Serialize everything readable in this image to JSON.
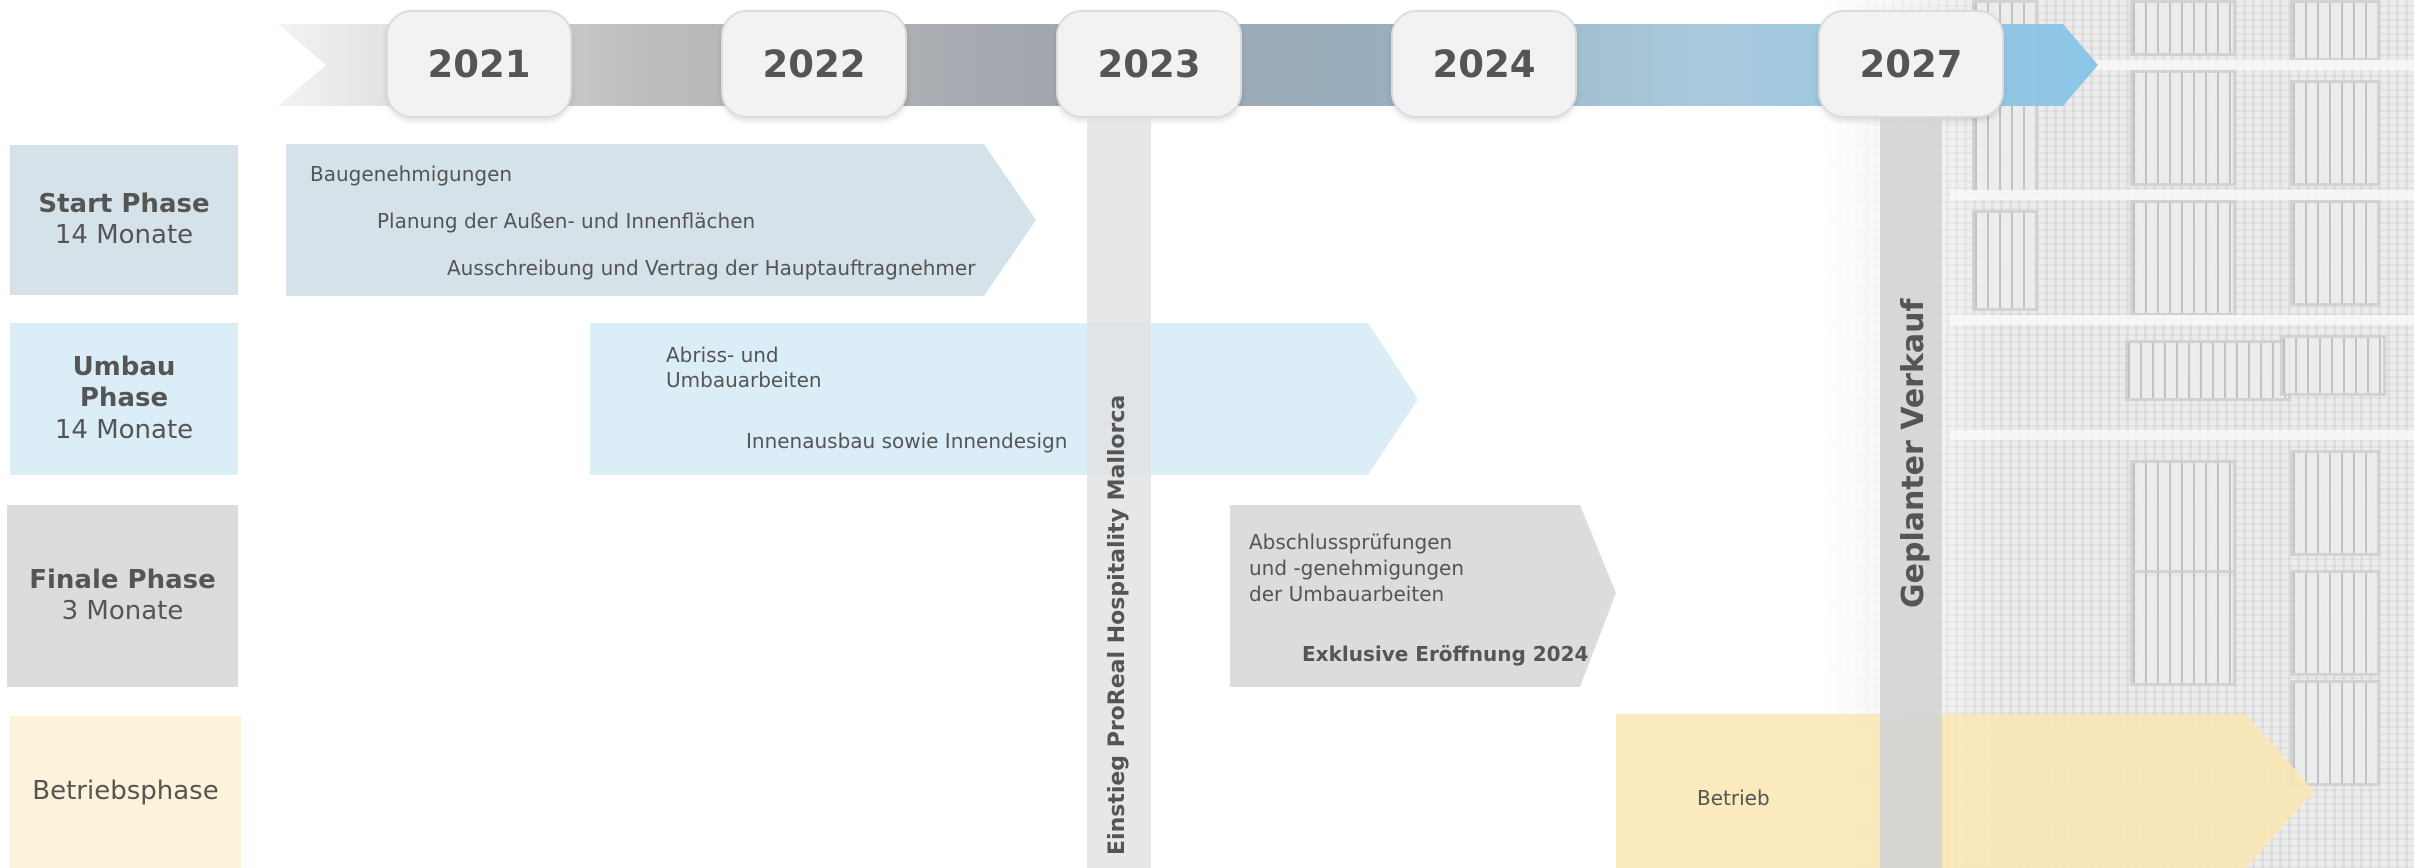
{
  "timeline": {
    "years": [
      "2021",
      "2022",
      "2023",
      "2024",
      "2027"
    ]
  },
  "phases": [
    {
      "title": "Start Phase",
      "duration": "14 Monate"
    },
    {
      "title": "Umbau\nPhase",
      "duration": "14 Monate"
    },
    {
      "title": "Finale Phase",
      "duration": "3 Monate"
    },
    {
      "title": "Betriebsphase",
      "duration": ""
    }
  ],
  "tasks": {
    "start": [
      "Baugenehmigungen",
      "Planung der Außen- und Innenflächen",
      "Ausschreibung und Vertrag der Hauptauftragnehmer"
    ],
    "umbau": [
      "Abriss- und",
      "Umbauarbeiten",
      "Innenausbau sowie Innendesign"
    ],
    "finale": [
      "Abschlussprüfungen",
      "und -genehmigungen",
      "der Umbauarbeiten",
      "Exklusive Eröffnung 2024"
    ],
    "betrieb": [
      "Betrieb"
    ]
  },
  "markers": {
    "entry": "Einstieg ProReal Hospitality Mallorca",
    "sale": "Geplanter Verkauf"
  },
  "colors": {
    "start": "#d5e2ea",
    "umbau": "#dbeef7",
    "finale": "#dcdcdc",
    "betrieb": "#fdf3da",
    "betrieb_arrow": "#fae6b2",
    "text": "#555555"
  }
}
